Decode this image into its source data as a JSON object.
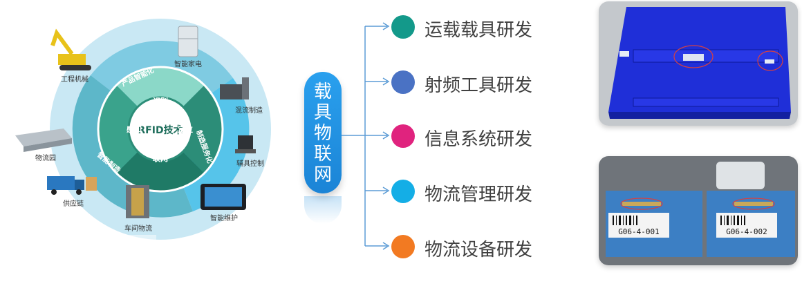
{
  "left_diagram": {
    "center": "RFID技术",
    "inner_segments": [
      "识别",
      "定位",
      "联网",
      "感知"
    ],
    "middle_ring": [
      "产品智能化",
      "制造服务化",
      "智能制造"
    ],
    "outer_labels": [
      "工程机械",
      "智能家电",
      "混流制造",
      "辅具控制",
      "智能维护",
      "车间物流",
      "供应链",
      "物流园"
    ]
  },
  "hub": {
    "label_chars": [
      "载",
      "具",
      "物",
      "联",
      "网"
    ]
  },
  "branches": [
    {
      "label": "运载载具研发",
      "color": "#13998a"
    },
    {
      "label": "射频工具研发",
      "color": "#4a72c4"
    },
    {
      "label": "信息系统研发",
      "color": "#e0237e"
    },
    {
      "label": "物流管理研发",
      "color": "#14aee6"
    },
    {
      "label": "物流设备研发",
      "color": "#f27a22"
    }
  ],
  "photo_bins": {
    "barcode_left": "G06-4-001",
    "barcode_right": "G06-4-002"
  },
  "colors": {
    "line": "#5b9bd5",
    "hub": "#1f8fe0"
  }
}
